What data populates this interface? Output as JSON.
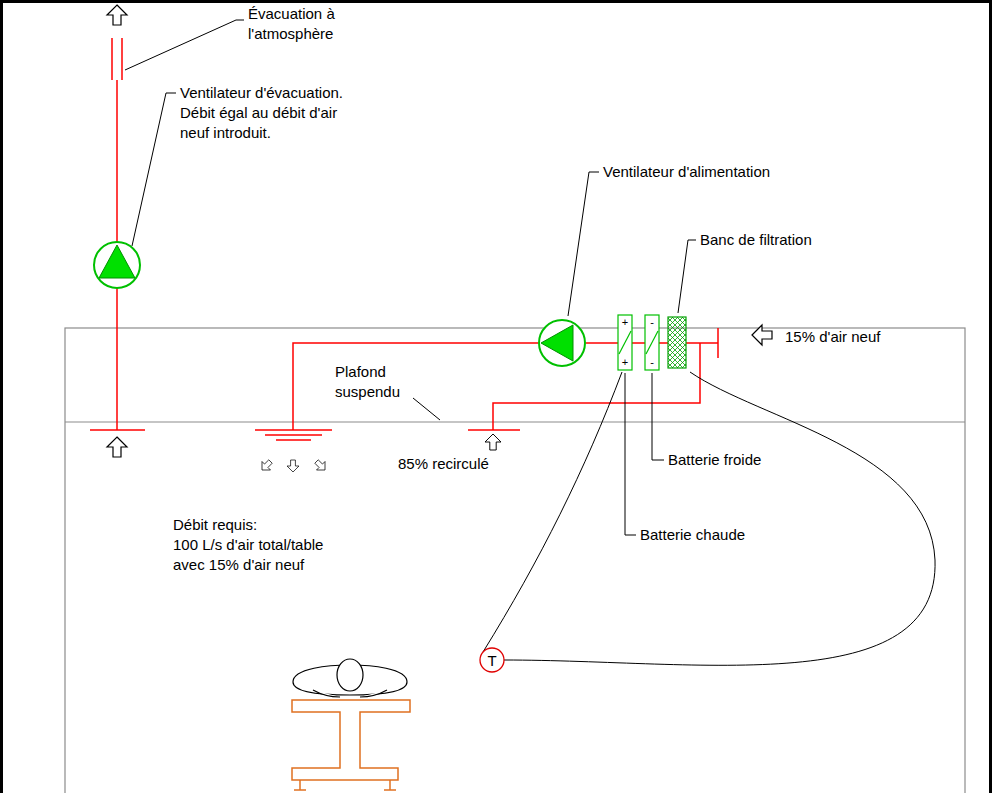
{
  "diagram": {
    "nodes": [
      {
        "text": [
          "T"
        ]
      }
    ],
    "labels": [
      "Évacuation à l'atmosphère",
      "Ventilateur d'évacuation.",
      "Débit égal au débit d'air neuf introduit.",
      "Ventilateur d'alimentation",
      "Banc de filtration",
      "15% d'air neuf",
      "Plafond suspendu",
      "85% recirculé",
      "Batterie froide",
      "Batterie chaude",
      "Débit requis:",
      "100 L/s d'air total/table avec 15% d'air neuf",
      "+",
      "+",
      "-",
      "-"
    ]
  }
}
